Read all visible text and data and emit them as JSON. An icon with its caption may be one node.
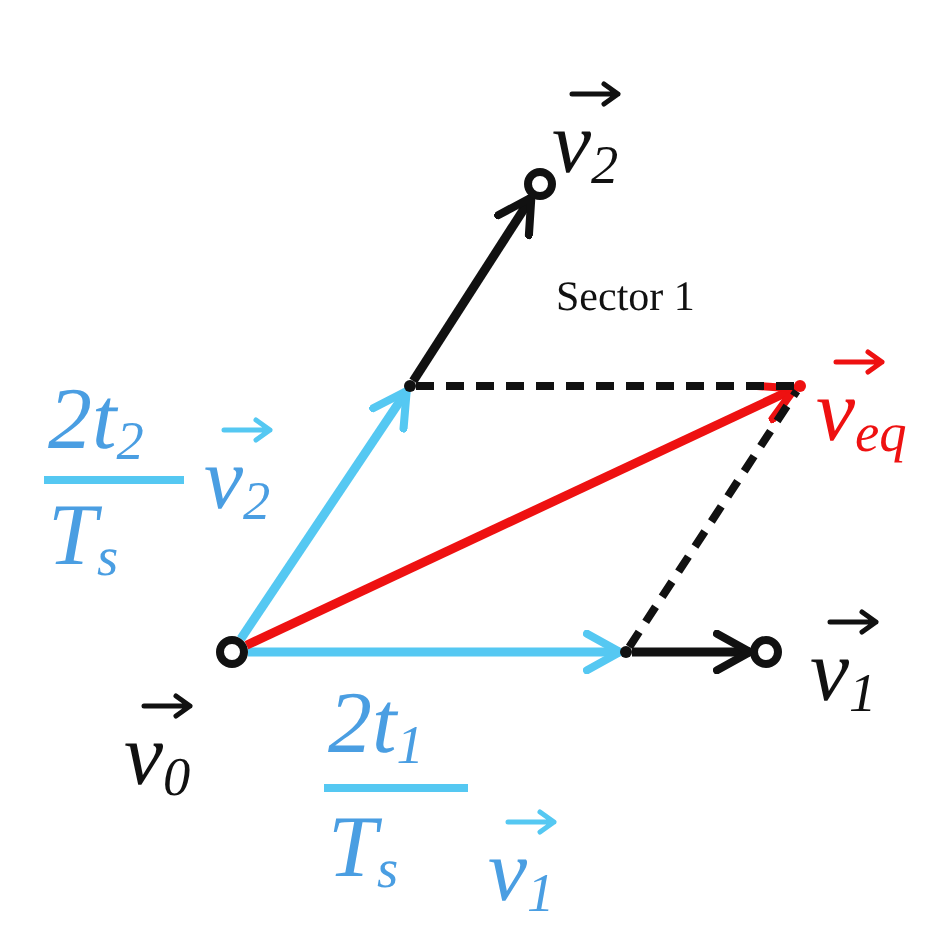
{
  "diagram": {
    "nodes": [
      {
        "text": [],
        "shape": "circle",
        "beside": [
          "v$_{0}$"
        ]
      },
      {
        "text": [],
        "shape": "circle",
        "beside": [
          "v$_{1}$"
        ]
      },
      {
        "text": [],
        "shape": "circle",
        "beside": [
          "v$_{2}$"
        ]
      },
      {
        "text": [],
        "shape": "point"
      },
      {
        "text": [],
        "shape": "point"
      },
      {
        "text": [],
        "shape": "point",
        "beside": [
          "v$_{eq}$"
        ]
      }
    ],
    "edges": [
      {
        "from": 0,
        "to": 4,
        "arrow": "to",
        "color": "#55c8f2"
      },
      {
        "from": 4,
        "to": 2,
        "arrow": "to"
      },
      {
        "from": 0,
        "to": 3,
        "arrow": "to",
        "color": "#55c8f2"
      },
      {
        "from": 3,
        "to": 1,
        "arrow": "to"
      },
      {
        "from": 0,
        "to": 5,
        "arrow": "to",
        "color": "#ee1111"
      },
      {
        "from": 4,
        "to": 5,
        "arrow": "none",
        "style": "dashed"
      },
      {
        "from": 3,
        "to": 5,
        "arrow": "none",
        "style": "dashed"
      }
    ],
    "labels": [
      "2t$_{2}$",
      "T$_{s}$",
      "v$_{2}$",
      "2t$_{1}$",
      "T$_{s}$",
      "v$_{1}$",
      "Sector 1"
    ]
  }
}
